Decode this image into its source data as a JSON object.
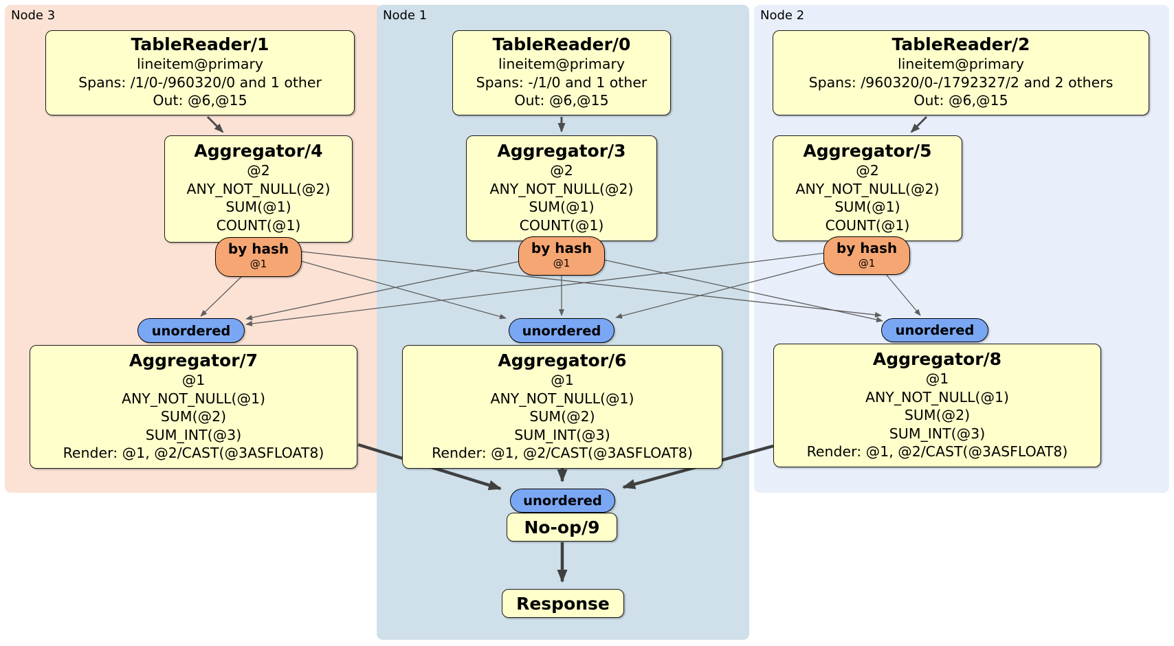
{
  "panels": {
    "node3": {
      "label": "Node 3"
    },
    "node1": {
      "label": "Node 1"
    },
    "node2": {
      "label": "Node 2"
    }
  },
  "processors": {
    "tablereader1": {
      "title": "TableReader/1",
      "lines": [
        "lineitem@primary",
        "Spans: /1/0-/960320/0 and 1 other",
        "Out: @6,@15"
      ]
    },
    "tablereader0": {
      "title": "TableReader/0",
      "lines": [
        "lineitem@primary",
        "Spans: -/1/0 and 1 other",
        "Out: @6,@15"
      ]
    },
    "tablereader2": {
      "title": "TableReader/2",
      "lines": [
        "lineitem@primary",
        "Spans: /960320/0-/1792327/2 and 2 others",
        "Out: @6,@15"
      ]
    },
    "aggregator4": {
      "title": "Aggregator/4",
      "lines": [
        "@2",
        "ANY_NOT_NULL(@2)",
        "SUM(@1)",
        "COUNT(@1)"
      ]
    },
    "aggregator3": {
      "title": "Aggregator/3",
      "lines": [
        "@2",
        "ANY_NOT_NULL(@2)",
        "SUM(@1)",
        "COUNT(@1)"
      ]
    },
    "aggregator5": {
      "title": "Aggregator/5",
      "lines": [
        "@2",
        "ANY_NOT_NULL(@2)",
        "SUM(@1)",
        "COUNT(@1)"
      ]
    },
    "aggregator7": {
      "title": "Aggregator/7",
      "lines": [
        "@1",
        "ANY_NOT_NULL(@1)",
        "SUM(@2)",
        "SUM_INT(@3)",
        "Render: @1, @2/CAST(@3ASFLOAT8)"
      ]
    },
    "aggregator6": {
      "title": "Aggregator/6",
      "lines": [
        "@1",
        "ANY_NOT_NULL(@1)",
        "SUM(@2)",
        "SUM_INT(@3)",
        "Render: @1, @2/CAST(@3ASFLOAT8)"
      ]
    },
    "aggregator8": {
      "title": "Aggregator/8",
      "lines": [
        "@1",
        "ANY_NOT_NULL(@1)",
        "SUM(@2)",
        "SUM_INT(@3)",
        "Render: @1, @2/CAST(@3ASFLOAT8)"
      ]
    },
    "noop9": {
      "title": "No-op/9"
    },
    "response": {
      "title": "Response"
    }
  },
  "routers": {
    "node3": {
      "label": "by hash",
      "key": "@1"
    },
    "node1": {
      "label": "by hash",
      "key": "@1"
    },
    "node2": {
      "label": "by hash",
      "key": "@1"
    }
  },
  "syncs": {
    "node3": "unordered",
    "node1": "unordered",
    "node2": "unordered",
    "final": "unordered"
  },
  "colors": {
    "panel-node3": "#fbe2d5",
    "panel-node1": "#cfe0ea",
    "panel-node2": "#e9effa",
    "box-fill": "#ffffcc",
    "router-fill": "#f5a673",
    "sync-fill": "#7aa7f3",
    "edge-thin": "#5e5e5e",
    "edge-mid": "#4d4d4d",
    "edge-bold": "#404040"
  }
}
